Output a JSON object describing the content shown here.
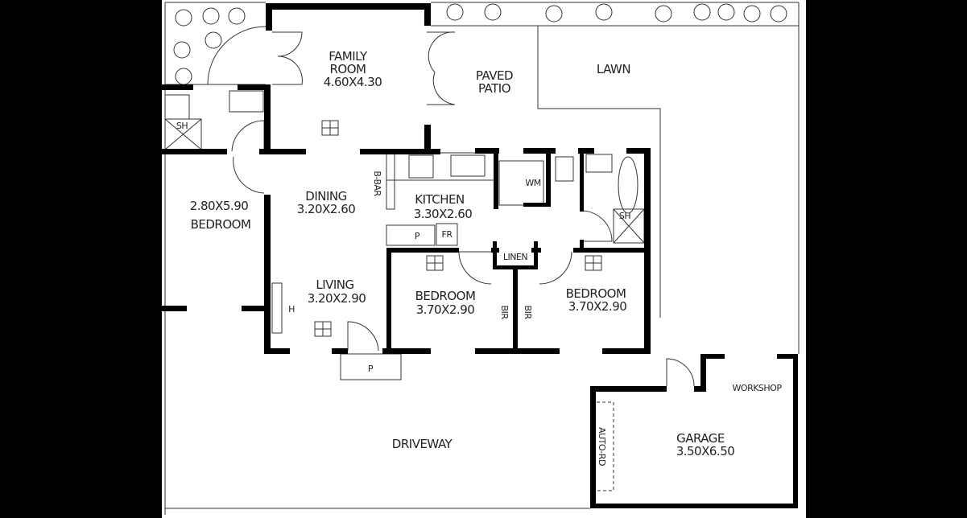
{
  "plan": {
    "rooms": {
      "family_room": {
        "name_line1": "FAMILY",
        "name_line2": "ROOM",
        "size": "4.60X4.30"
      },
      "paved_patio": {
        "name_line1": "PAVED",
        "name_line2": "PATIO"
      },
      "lawn": {
        "name": "LAWN"
      },
      "dining": {
        "name": "DINING",
        "size": "3.20X2.60"
      },
      "kitchen": {
        "name": "KITCHEN",
        "size": "3.30X2.60"
      },
      "bedroom_left": {
        "name": "BEDROOM",
        "size": "2.80X5.90"
      },
      "living": {
        "name": "LIVING",
        "size": "3.20X2.90"
      },
      "bedroom_mid": {
        "name": "BEDROOM",
        "size": "3.70X2.90"
      },
      "bedroom_right": {
        "name": "BEDROOM",
        "size": "3.70X2.90"
      },
      "driveway": {
        "name": "DRIVEWAY"
      },
      "workshop": {
        "name": "WORKSHOP"
      },
      "garage": {
        "name": "GARAGE",
        "size": "3.50X6.50"
      }
    },
    "fixtures": {
      "shower_left": "SH",
      "shower_right": "SH",
      "washing_machine": "WM",
      "breakfast_bar": "B-BAR",
      "pantry": "P",
      "fridge": "FR",
      "linen": "LINEN",
      "robe_1": "BIR",
      "robe_2": "BIR",
      "heater": "H",
      "porch": "P",
      "auto_door": "AUTO-RD"
    }
  }
}
